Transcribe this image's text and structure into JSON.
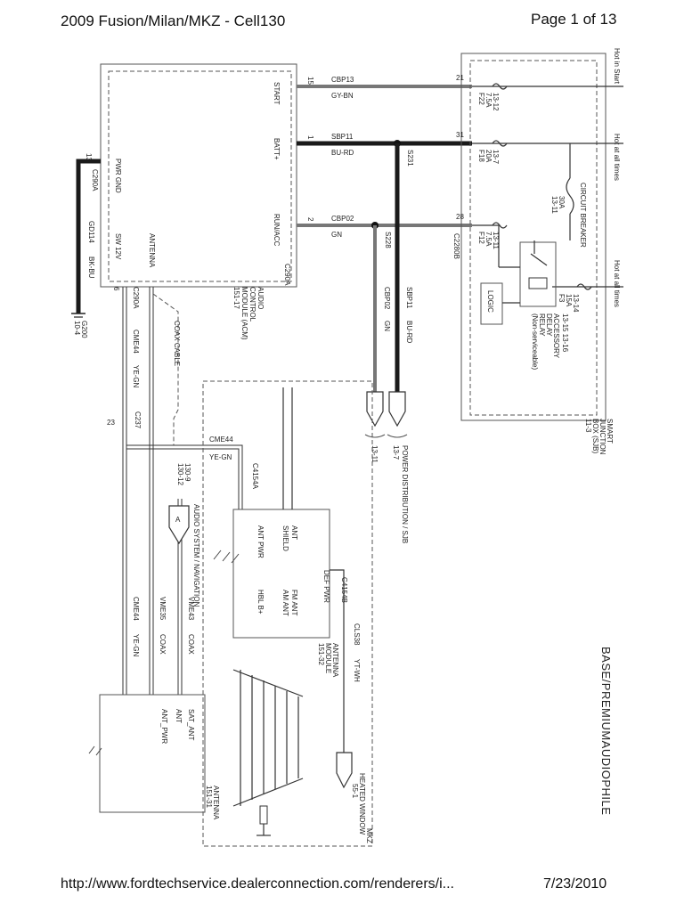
{
  "header": {
    "title": "2009 Fusion/Milan/MKZ - Cell130",
    "page": "Page 1 of 13"
  },
  "footer": {
    "url": "http://www.fordtechservice.dealerconnection.com/renderers/i...",
    "date": "7/23/2010"
  },
  "diagram": {
    "variant": "BASE/PREMIUMAUDIOPHILE",
    "acm": {
      "name_l1": "AUDIO",
      "name_l2": "CONTROL",
      "name_l3": "MODULE (ACM)",
      "ref": "151-17",
      "pins": {
        "start": "START",
        "batt": "BATT+",
        "run_acc": "RUN/ACC",
        "pwr_gnd": "PWR GND",
        "sw12v": "SW 12V",
        "antenna": "ANTENNA"
      },
      "pin_numbers": {
        "start": "15",
        "batt": "1",
        "run_acc": "2",
        "pwr_gnd": "13",
        "sw12v": "6"
      },
      "connectors": {
        "c290a_top": "C290A",
        "c290a_run": "C290A",
        "c290a_bottom": "C290A"
      }
    },
    "wires": {
      "cbp13": "CBP13",
      "gy_bn": "GY-BN",
      "sbp11": "SBP11",
      "bu_rd": "BU-RD",
      "cbp02": "CBP02",
      "gn": "GN",
      "gd114": "GD114",
      "bk_bu": "BK-BU",
      "cme44": "CME44",
      "ye_gn": "YE-GN",
      "cme44_b": "CME44",
      "ye_gn_b": "YE-GN",
      "cme44_c": "CME44",
      "ye_gn_c": "YE-GN",
      "vme35": "VME35",
      "coax_1": "COAX",
      "vme43": "VME43",
      "coax_2": "COAX",
      "cls38": "CLS38",
      "yt_wh": "YT-WH",
      "coax_cable": "COAX CABLE",
      "cbp02_v": "CBP02",
      "gn_v": "GN",
      "sbp11_v": "SBP11",
      "bu_rd_v": "BU-RD"
    },
    "splices": {
      "s231": "S231",
      "s228": "S228"
    },
    "sjb": {
      "name_l1": "SMART",
      "name_l2": "JUNCTION",
      "name_l3": "BOX (SJB)",
      "ref": "11-3",
      "hot_in_start": "Hot in Start",
      "hot_all_1": "Hot at all times",
      "hot_all_2": "Hot at all times",
      "pin21": "21",
      "pin31": "31",
      "pin28": "28",
      "connector": "C2280B",
      "f22": "F22",
      "f22_a": "7.5A",
      "f22_ref": "13-12",
      "f18": "F18",
      "f18_a": "20A",
      "f18_ref": "13-7",
      "f12": "F12",
      "f12_a": "7.5A",
      "f12_ref": "13-11",
      "f3": "F3",
      "f3_a": "15A",
      "f3_ref": "13-14",
      "cb_name": "CIRCUIT BREAKER",
      "cb_a": "30A",
      "cb_ref": "13-11",
      "logic": "LOGIC",
      "relay_l1": "ACCESSORY",
      "relay_l2": "DELAY",
      "relay_l3": "RELAY",
      "relay_l4": "(Non-serviceable)",
      "relay_refs": "13-15  13-16"
    },
    "power_dist": {
      "label": "POWER DISTRIBUTION / SJB",
      "ref_a": "13-11",
      "ref_b": "13-7"
    },
    "ground": {
      "g200": "G200",
      "g200_ref": "10-4"
    },
    "antenna_module": {
      "name_l1": "ANTENNA",
      "name_l2": "MODULE",
      "ref": "151-32",
      "pins": {
        "ant": "ANT",
        "shield": "SHIELD",
        "ant_pwr": "ANT PWR",
        "def_pwr": "DEF PWR",
        "fm_ant": "FM ANT",
        "am_ant": "AM ANT",
        "hbl_b": "HBL B+"
      },
      "c4154a": "C4154A",
      "c4154b": "C4154B"
    },
    "satellite": {
      "name": "ANTENNA",
      "ref": "151-31",
      "pins": {
        "sat_ant": "SAT_ANT",
        "ant": "ANT",
        "ant_pwr": "ANT_PWR"
      }
    },
    "audio_nav": {
      "label": "AUDIO SYSTEM / NAVIGATION",
      "ref_a": "130-9",
      "ref_b": "130-12",
      "marker": "A"
    },
    "heated_window": {
      "name": "HEATED WINDOW",
      "ref": "55-1"
    },
    "mkz": "MKZ",
    "c237": "C237",
    "pin23": "23"
  }
}
